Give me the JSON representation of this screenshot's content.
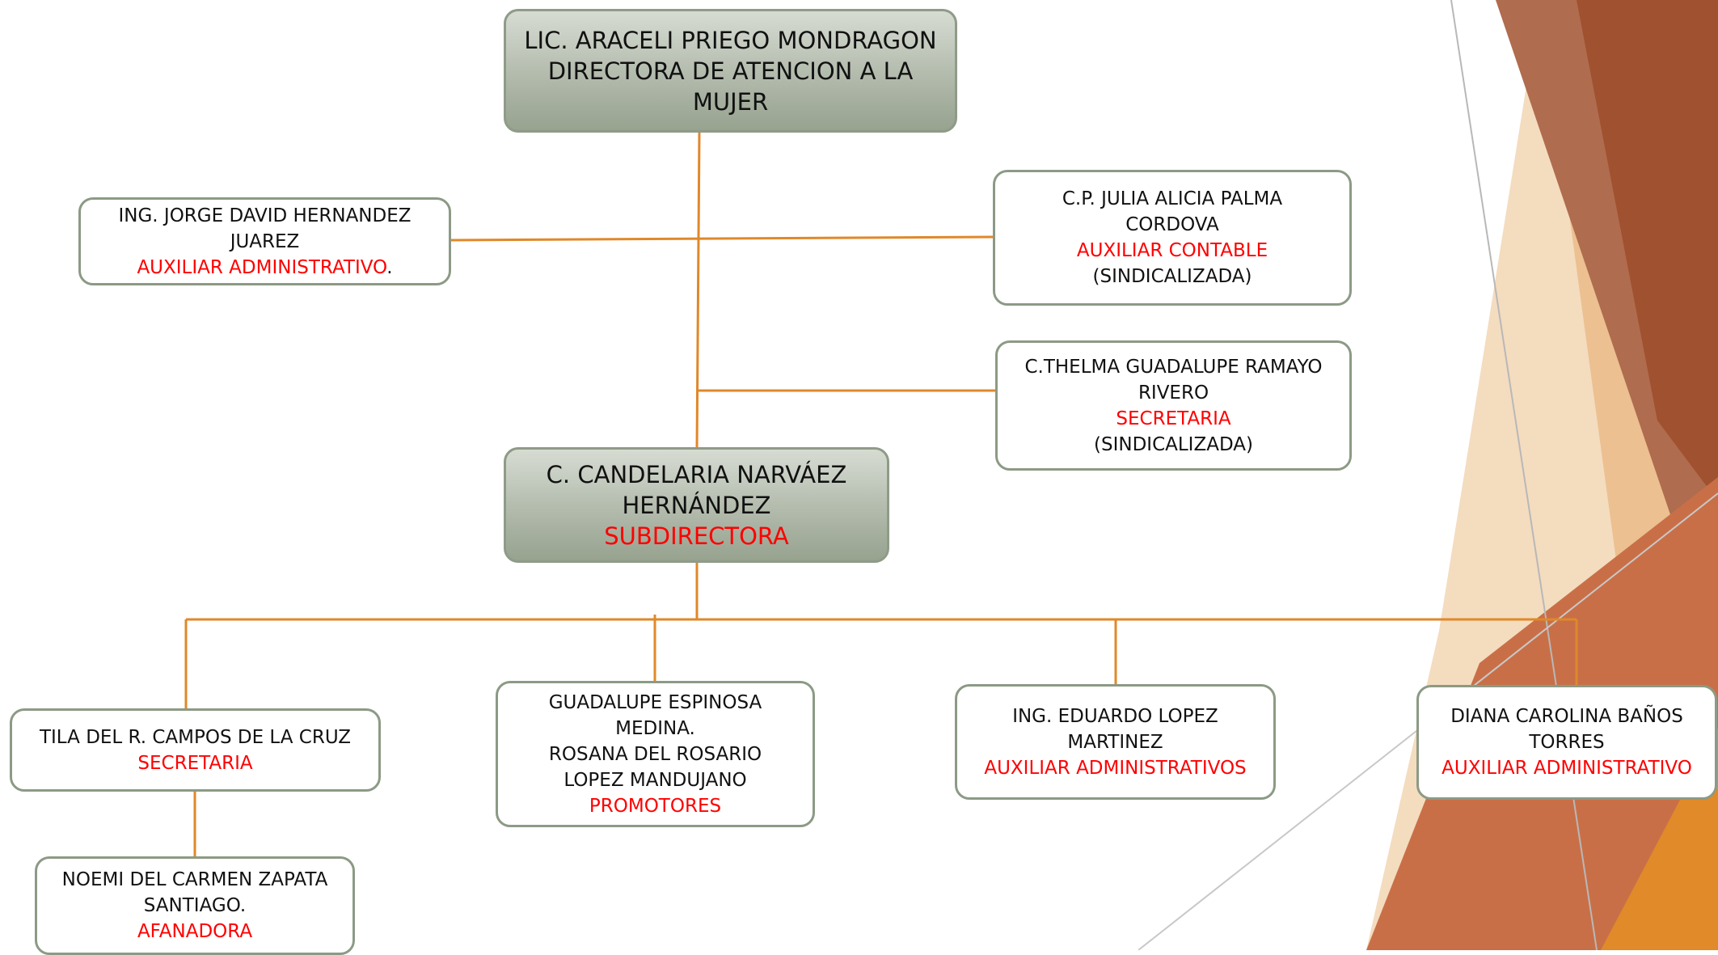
{
  "colors": {
    "connector": "#e0882a",
    "role_text": "#ff0000",
    "box_border": "#8c9a85",
    "head_fill": "#a9b2a2"
  },
  "director": {
    "lines": [
      "LIC. ARACELI PRIEGO MONDRAGON",
      "DIRECTORA DE ATENCION A LA",
      "MUJER"
    ]
  },
  "aux_admin_left": {
    "lines": [
      "ING. JORGE DAVID HERNANDEZ",
      "JUAREZ"
    ],
    "role": "AUXILIAR ADMINISTRATIVO",
    "suffix": "."
  },
  "aux_contable": {
    "lines": [
      "C.P. JULIA ALICIA PALMA",
      "CORDOVA"
    ],
    "role": "AUXILIAR CONTABLE",
    "note": "(SINDICALIZADA)"
  },
  "secretaria_right": {
    "lines": [
      "C.THELMA GUADALUPE RAMAYO",
      "RIVERO"
    ],
    "role": "SECRETARIA",
    "note": "(SINDICALIZADA)"
  },
  "subdirector": {
    "lines": [
      "C. CANDELARIA NARVÁEZ",
      "HERNÁNDEZ"
    ],
    "role": "SUBDIRECTORA"
  },
  "secretaria_left": {
    "lines": [
      "TILA DEL R. CAMPOS DE LA CRUZ"
    ],
    "role": "SECRETARIA"
  },
  "promotores": {
    "lines": [
      "GUADALUPE ESPINOSA",
      "MEDINA.",
      "ROSANA DEL ROSARIO",
      "LOPEZ MANDUJANO"
    ],
    "role": "PROMOTORES"
  },
  "aux_admin_eduardo": {
    "lines": [
      "ING. EDUARDO LOPEZ",
      "MARTINEZ"
    ],
    "role": "AUXILIAR ADMINISTRATIVOS"
  },
  "aux_admin_diana": {
    "lines": [
      "DIANA CAROLINA BAÑOS",
      "TORRES"
    ],
    "role": "AUXILIAR ADMINISTRATIVO"
  },
  "afanadora": {
    "lines": [
      "NOEMI DEL CARMEN ZAPATA",
      "SANTIAGO."
    ],
    "role": "AFANADORA"
  }
}
